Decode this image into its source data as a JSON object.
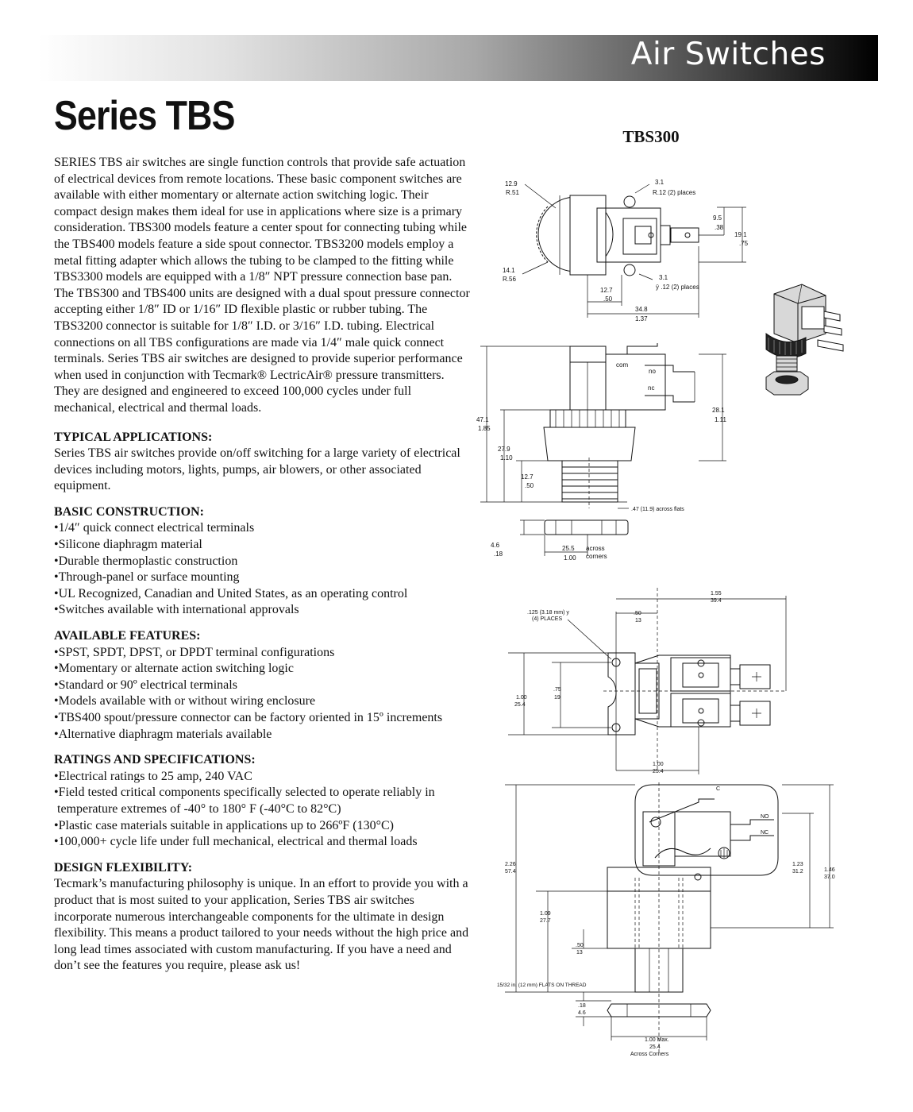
{
  "banner": {
    "title": "Air Switches"
  },
  "heading": {
    "title": "Series TBS"
  },
  "intro": "SERIES TBS air switches are single function controls that provide safe actuation of electrical devices from remote locations. These basic component switches are available with either momentary or alternate action switching logic. Their compact design makes them ideal for use in applications where size is a primary consideration. TBS300 models feature a center spout for connecting tubing while the TBS400 models feature a side spout connector. TBS3200 models employ a metal fitting adapter which allows the tubing to be clamped to the fitting while TBS3300 models are equipped with a 1/8″ NPT pressure connection base pan. The TBS300 and TBS400 units are designed with a dual spout pressure connector accepting either 1/8″ ID or 1/16″ ID flexible plastic or rubber tubing. The TBS3200 connector is suitable for 1/8″ I.D. or 3/16″ I.D. tubing. Electrical connections on all TBS configurations are made via 1/4″ male quick connect terminals. Series TBS air switches are designed to provide superior performance when used in conjunction with Tecmark® LectricAir® pressure transmitters. They are designed and engineered to exceed 100,000 cycles under full mechanical, electrical and thermal loads.",
  "sections": {
    "typical_applications": {
      "heading": "TYPICAL APPLICATIONS:",
      "text": "Series TBS air switches provide on/off switching for a large variety of electrical devices including motors, lights, pumps, air blowers, or other associated equipment."
    },
    "basic_construction": {
      "heading": "BASIC CONSTRUCTION:",
      "items": [
        "•1/4″ quick connect electrical terminals",
        "•Silicone diaphragm material",
        "•Durable thermoplastic construction",
        "•Through-panel or surface mounting",
        "•UL Recognized, Canadian and United States, as an operating control",
        "•Switches available with international approvals"
      ]
    },
    "available_features": {
      "heading": "AVAILABLE FEATURES:",
      "items": [
        "•SPST, SPDT, DPST, or DPDT terminal configurations",
        "•Momentary or alternate action switching logic",
        "•Standard or 90º electrical terminals",
        "•Models available with or without wiring enclosure",
        "•TBS400 spout/pressure connector can be factory oriented in 15º increments",
        "•Alternative diaphragm materials available"
      ]
    },
    "ratings": {
      "heading": "RATINGS AND SPECIFICATIONS:",
      "items": [
        "•Electrical ratings to 25 amp, 240 VAC",
        "•Field tested critical components specifically selected to operate reliably in",
        " temperature extremes of -40° to 180° F (-40°C to 82°C)",
        "•Plastic case materials suitable in applications up to 266ºF (130°C)",
        "•100,000+ cycle life under full mechanical, electrical and thermal loads"
      ]
    },
    "design_flexibility": {
      "heading": "DESIGN FLEXIBILITY:",
      "text": "Tecmark’s manufacturing philosophy is unique. In an effort to provide you with a product that is most suited to your application, Series TBS air switches incorporate numerous interchangeable components for the ultimate in design flexibility. This means a product tailored to your needs without the high price and long lead times associated with custom manufacturing. If you have a need and don’t see the features you require, please ask us!"
    }
  },
  "diagram1": {
    "label": "TBS300",
    "dims": {
      "d129": "12.9",
      "r51": "R.51",
      "d31a": "3.1",
      "r12": "R.12  (2) places",
      "d95": "9.5",
      "d38": ".38",
      "d191": "19.1",
      "d75": ".75",
      "d141": "14.1",
      "r56": "R.56",
      "d31b": "3.1",
      "y12": "ÿ  .12  (2) places",
      "d127a": "12.7",
      "d50a": ".50",
      "d348": "34.8",
      "d137": "1.37",
      "com": "com",
      "no": "no",
      "nc": "nc",
      "d471": "47.1",
      "d185": "1.85",
      "d281": "28.1",
      "d111": "1.11",
      "d279": "27.9",
      "d110": "1.10",
      "d127b": "12.7",
      "d50b": ".50",
      "flats": ".47 (11.9) across flats",
      "d46": "4.6",
      "d18": ".18",
      "d255": "25.5",
      "d100": "1.00",
      "across": "across",
      "corners": "corners"
    }
  },
  "diagram2": {
    "d155": "1.55",
    "d394": "39.4",
    "hole1": ".125 (3.18 mm) y",
    "hole2": "(4) PLACES",
    "d50": ".50",
    "d13": "13",
    "d100": "1.00",
    "d254": "25.4",
    "d75": ".75",
    "d19": "19",
    "d100b": "1.00",
    "d254b": "25.4"
  },
  "diagram3": {
    "c": "C",
    "no": "NO",
    "nc": "NC",
    "d226": "2.26",
    "d574": "57.4",
    "d123": "1.23",
    "d312": "31.2",
    "d146": "1.46",
    "d370": "37.0",
    "d109": "1.09",
    "d277": "27.7",
    "d50": ".50",
    "d13": "13",
    "flats": "15/32 in. (12 mm) FLATS ON THREAD",
    "d18": ".18",
    "d46": "4.6",
    "max1": "1.00 Max.",
    "max2": "25.4",
    "max3": "Across Corners"
  }
}
